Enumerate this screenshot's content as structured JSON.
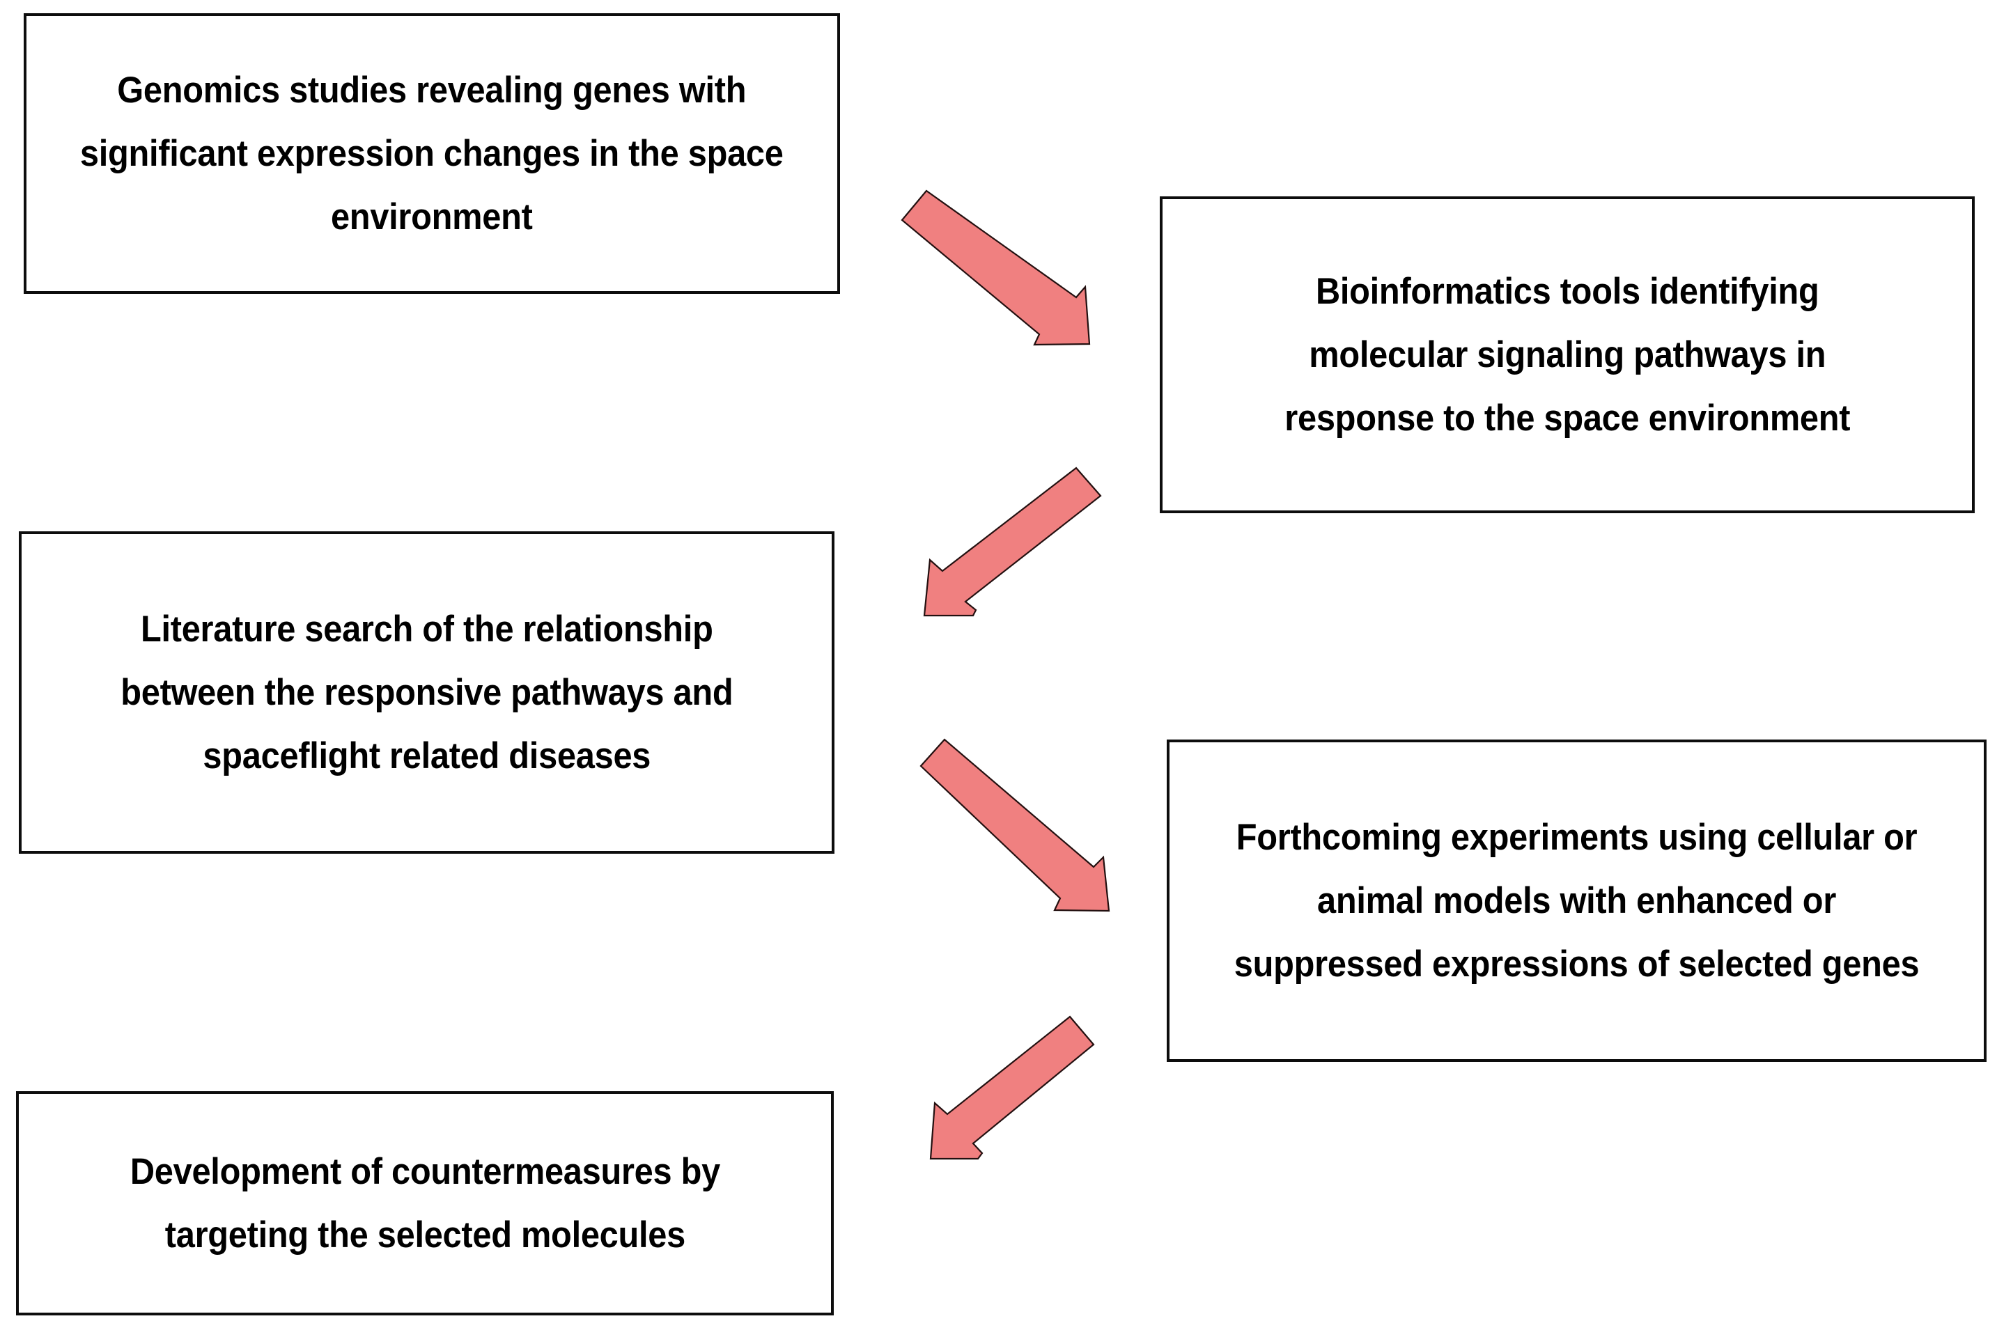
{
  "diagram": {
    "type": "flowchart",
    "title": "",
    "background_color": "#ffffff",
    "box_border_color": "#0d0d0d",
    "arrow_fill_color": "#F08080",
    "arrow_stroke_color": "#231010",
    "text_color": "#000000",
    "nodes": [
      {
        "id": "genomics",
        "label": "Genomics studies revealing genes with significant expression changes in the space environment",
        "lines": "Genomics studies revealing genes with\nsignificant expression changes in the space\nenvironment",
        "column": "left",
        "order": 1
      },
      {
        "id": "bioinformatics",
        "label": "Bioinformatics tools identifying molecular signaling pathways in response to the space environment",
        "lines": "Bioinformatics tools identifying\nmolecular signaling pathways in\nresponse to the space environment",
        "column": "right",
        "order": 2
      },
      {
        "id": "literature",
        "label": "Literature search of the relationship between the responsive pathways and spaceflight related diseases",
        "lines": "Literature search of the relationship\nbetween the responsive pathways and\nspaceflight related diseases",
        "column": "left",
        "order": 3
      },
      {
        "id": "forthcoming",
        "label": "Forthcoming experiments using cellular or animal models with enhanced or suppressed expressions of selected genes",
        "lines": "Forthcoming experiments using cellular or\nanimal models with enhanced or\nsuppressed expressions of selected genes",
        "column": "right",
        "order": 4
      },
      {
        "id": "countermeasures",
        "label": "Development of countermeasures by targeting the selected molecules",
        "lines": "Development of countermeasures by\ntargeting the selected molecules",
        "column": "left",
        "order": 5
      }
    ],
    "arrows": [
      {
        "id": "arrow-1",
        "from": "genomics",
        "to": "bioinformatics",
        "direction": "down-right"
      },
      {
        "id": "arrow-2",
        "from": "bioinformatics",
        "to": "literature",
        "direction": "down-left"
      },
      {
        "id": "arrow-3",
        "from": "literature",
        "to": "forthcoming",
        "direction": "down-right"
      },
      {
        "id": "arrow-4",
        "from": "forthcoming",
        "to": "countermeasures",
        "direction": "down-left"
      }
    ]
  }
}
